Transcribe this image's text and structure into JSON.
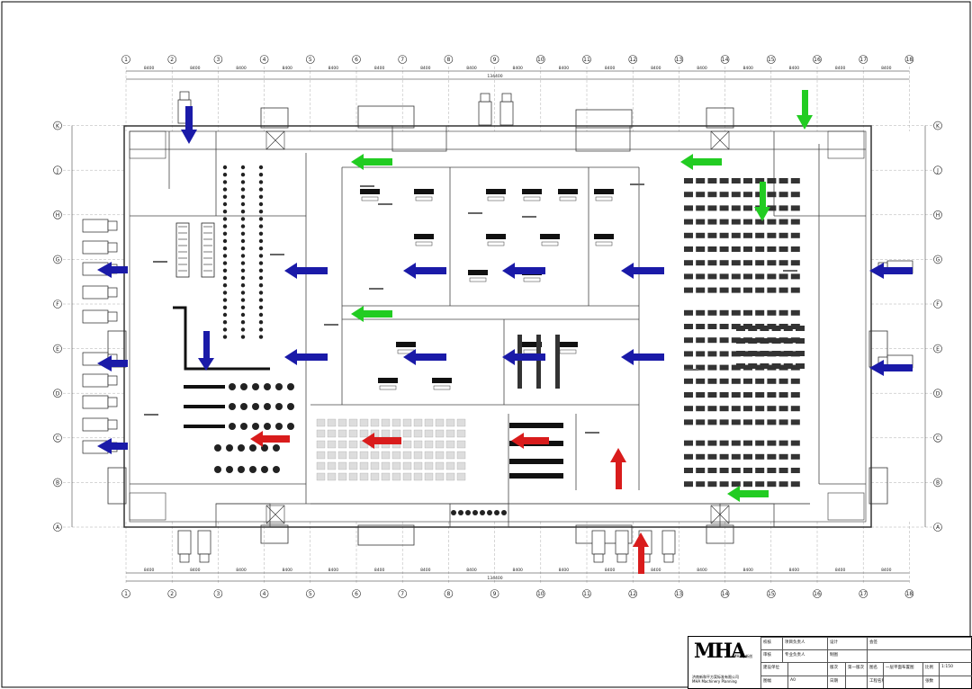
{
  "plan": {
    "column_axis_labels": [
      "1",
      "2",
      "3",
      "4",
      "5",
      "6",
      "7",
      "8",
      "9",
      "10",
      "11",
      "12",
      "13",
      "14",
      "15",
      "16",
      "17",
      "18"
    ],
    "row_axis_labels": [
      "A",
      "B",
      "C",
      "D",
      "E",
      "F",
      "G",
      "H",
      "J",
      "K"
    ],
    "bay_dimension": "8400",
    "overall_dimension_top": "134400",
    "overall_dimension_bottom": "134400",
    "arrow_colors": {
      "blue": "#1a1aa8",
      "green": "#22cc22",
      "red": "#d91c1c"
    }
  },
  "titleblock": {
    "logo_mark": "MHA",
    "logo_sub": "MHA | 新创",
    "company_name": "济南新和平方案标准有限公司",
    "company_line2": "MHA Machinery Planning",
    "row1": [
      "校核",
      "项目负责人",
      "设计",
      "会签"
    ],
    "row2": [
      "审核",
      "专业负责人",
      "制图",
      ""
    ],
    "row3": [
      "建设单位",
      "",
      "版次",
      "第一版次",
      "图名",
      "一层平面布置图",
      "比例",
      "1:150"
    ],
    "row4": [
      "图幅",
      "A0",
      "日期",
      "",
      "工程名称",
      "",
      "张数",
      ""
    ]
  }
}
